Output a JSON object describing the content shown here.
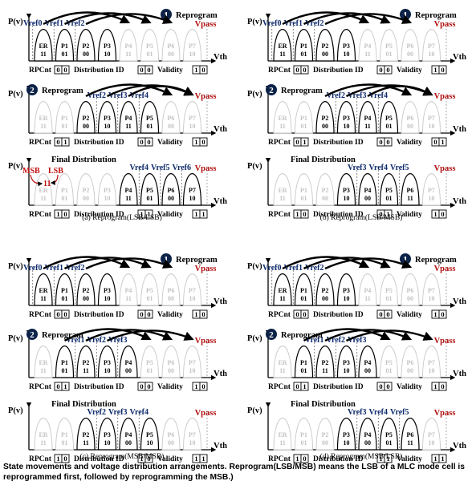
{
  "labels": {
    "p_axis": "P(v)",
    "vth": "Vth",
    "vpass": "Vpass",
    "rpcnt": "RPCnt",
    "distribution_id": "Distribution ID",
    "validity": "Validity",
    "reprogram": "Reprogram",
    "final_distribution": "Final Distribution",
    "msb": "MSB",
    "lsb": "LSB",
    "msb_lsb_value": "11"
  },
  "states": [
    {
      "name": "ER",
      "bits": "11"
    },
    {
      "name": "P1",
      "bits": "01"
    },
    {
      "name": "P2",
      "bits": "00"
    },
    {
      "name": "P3",
      "bits": "10"
    },
    {
      "name": "P4",
      "bits": "11"
    },
    {
      "name": "P5",
      "bits": "01"
    },
    {
      "name": "P6",
      "bits": "00"
    },
    {
      "name": "P7",
      "bits": "10"
    }
  ],
  "panels": [
    {
      "caption": "(a) Reprogram(LSB/LSB)",
      "rows": [
        {
          "num": "1",
          "mode": "reprogram",
          "vrefs": [
            [
              "Vref0",
              0
            ],
            [
              "Vref1",
              1
            ],
            [
              "Vref2",
              2
            ]
          ],
          "active": [
            [
              0,
              "ER",
              "11"
            ],
            [
              1,
              "P1",
              "01"
            ],
            [
              2,
              "P2",
              "00"
            ],
            [
              3,
              "P3",
              "10"
            ]
          ],
          "ghost": [
            4,
            5,
            6,
            7
          ],
          "meta": [
            "0",
            "0",
            "0",
            "0",
            "1",
            "0"
          ]
        },
        {
          "num": "2",
          "mode": "reprogram",
          "vrefs": [
            [
              "Vref2",
              3
            ],
            [
              "Vref3",
              4
            ],
            [
              "Vref4",
              5
            ]
          ],
          "active": [
            [
              2,
              "P2",
              "00"
            ],
            [
              3,
              "P3",
              "10"
            ],
            [
              4,
              "P4",
              "11"
            ],
            [
              5,
              "P5",
              "01"
            ]
          ],
          "ghost": [
            0,
            1,
            6,
            7
          ],
          "meta": [
            "0",
            "1",
            "0",
            "0",
            "1",
            "0"
          ]
        },
        {
          "num": "",
          "mode": "final",
          "vrefs": [
            [
              "Vref4",
              5
            ],
            [
              "Vref5",
              6
            ],
            [
              "Vref6",
              7
            ]
          ],
          "active": [
            [
              4,
              "P4",
              "11"
            ],
            [
              5,
              "P5",
              "01"
            ],
            [
              6,
              "P6",
              "00"
            ],
            [
              7,
              "P7",
              "10"
            ]
          ],
          "ghost": [
            0,
            1,
            2,
            3
          ],
          "meta": [
            "1",
            "0",
            "1",
            "1",
            "1",
            "1"
          ]
        }
      ]
    },
    {
      "caption": "(b) Reprogram(LSB/MSB)",
      "rows": [
        {
          "num": "1",
          "mode": "reprogram",
          "vrefs": [
            [
              "Vref0",
              0
            ],
            [
              "Vref1",
              1
            ],
            [
              "Vref2",
              2
            ]
          ],
          "active": [
            [
              0,
              "ER",
              "11"
            ],
            [
              1,
              "P1",
              "01"
            ],
            [
              2,
              "P2",
              "00"
            ],
            [
              3,
              "P3",
              "10"
            ]
          ],
          "ghost": [
            4,
            5,
            6,
            7
          ],
          "meta": [
            "0",
            "0",
            "0",
            "0",
            "1",
            "0"
          ]
        },
        {
          "num": "2",
          "mode": "reprogram",
          "vrefs": [
            [
              "Vref2",
              3
            ],
            [
              "Vref3",
              4
            ],
            [
              "Vref4",
              5
            ]
          ],
          "active": [
            [
              2,
              "P2",
              "00"
            ],
            [
              3,
              "P3",
              "10"
            ],
            [
              4,
              "P4",
              "11"
            ],
            [
              5,
              "P5",
              "01"
            ]
          ],
          "ghost": [
            0,
            1,
            6,
            7
          ],
          "meta": [
            "0",
            "1",
            "0",
            "0",
            "0",
            "1"
          ]
        },
        {
          "num": "",
          "mode": "final",
          "vrefs": [
            [
              "Vref3",
              4
            ],
            [
              "Vref4",
              5
            ],
            [
              "Vref5",
              6
            ]
          ],
          "active": [
            [
              3,
              "P3",
              "10"
            ],
            [
              4,
              "P4",
              "00"
            ],
            [
              5,
              "P5",
              "01"
            ],
            [
              6,
              "P6",
              "11"
            ]
          ],
          "ghost": [
            0,
            1,
            2,
            7
          ],
          "meta": [
            "1",
            "0",
            "0",
            "1",
            "1",
            "0"
          ]
        }
      ]
    },
    {
      "caption": "(c) Reprogram(MSB/MSB)",
      "rows": [
        {
          "num": "1",
          "mode": "reprogram",
          "vrefs": [
            [
              "Vref0",
              0
            ],
            [
              "Vref1",
              1
            ],
            [
              "Vref2",
              2
            ]
          ],
          "active": [
            [
              0,
              "ER",
              "11"
            ],
            [
              1,
              "P1",
              "01"
            ],
            [
              2,
              "P2",
              "00"
            ],
            [
              3,
              "P3",
              "10"
            ]
          ],
          "ghost": [
            4,
            5,
            6,
            7
          ],
          "meta": [
            "0",
            "0",
            "0",
            "0",
            "1",
            "0"
          ]
        },
        {
          "num": "2",
          "mode": "reprogram",
          "vrefs": [
            [
              "Vref1",
              2
            ],
            [
              "Vref2",
              3
            ],
            [
              "Vref3",
              4
            ]
          ],
          "active": [
            [
              1,
              "P1",
              "01"
            ],
            [
              2,
              "P2",
              "11"
            ],
            [
              3,
              "P3",
              "10"
            ],
            [
              4,
              "P4",
              "00"
            ]
          ],
          "ghost": [
            0,
            5,
            6,
            7
          ],
          "meta": [
            "0",
            "1",
            "0",
            "0",
            "1",
            "0"
          ]
        },
        {
          "num": "",
          "mode": "final",
          "vrefs": [
            [
              "Vref2",
              3
            ],
            [
              "Vref3",
              4
            ],
            [
              "Vref4",
              5
            ]
          ],
          "active": [
            [
              2,
              "P2",
              "11"
            ],
            [
              3,
              "P3",
              "10"
            ],
            [
              4,
              "P4",
              "00"
            ],
            [
              5,
              "P5",
              "10"
            ]
          ],
          "ghost": [
            0,
            1,
            6,
            7
          ],
          "meta": [
            "1",
            "0",
            "1",
            "0",
            "1",
            "1"
          ]
        }
      ]
    },
    {
      "caption": "(d) Reprogram(MSB/LSB)",
      "rows": [
        {
          "num": "1",
          "mode": "reprogram",
          "vrefs": [
            [
              "Vref0",
              0
            ],
            [
              "Vref1",
              1
            ],
            [
              "Vref2",
              2
            ]
          ],
          "active": [
            [
              0,
              "ER",
              "11"
            ],
            [
              1,
              "P1",
              "01"
            ],
            [
              2,
              "P2",
              "00"
            ],
            [
              3,
              "P3",
              "10"
            ]
          ],
          "ghost": [
            4,
            5,
            6,
            7
          ],
          "meta": [
            "0",
            "0",
            "0",
            "0",
            "1",
            "0"
          ]
        },
        {
          "num": "2",
          "mode": "reprogram",
          "vrefs": [
            [
              "Vref1",
              2
            ],
            [
              "Vref2",
              3
            ],
            [
              "Vref3",
              4
            ]
          ],
          "active": [
            [
              1,
              "P1",
              "01"
            ],
            [
              2,
              "P2",
              "11"
            ],
            [
              3,
              "P3",
              "10"
            ],
            [
              4,
              "P4",
              "00"
            ]
          ],
          "ghost": [
            0,
            5,
            6,
            7
          ],
          "meta": [
            "0",
            "1",
            "0",
            "0",
            "1",
            "0"
          ]
        },
        {
          "num": "",
          "mode": "final",
          "vrefs": [
            [
              "Vref3",
              4
            ],
            [
              "Vref4",
              5
            ],
            [
              "Vref5",
              6
            ]
          ],
          "active": [
            [
              3,
              "P3",
              "10"
            ],
            [
              4,
              "P4",
              "00"
            ],
            [
              5,
              "P5",
              "01"
            ],
            [
              6,
              "P6",
              "11"
            ]
          ],
          "ghost": [
            0,
            1,
            2,
            7
          ],
          "meta": [
            "1",
            "0",
            "1",
            "1",
            "1",
            "1"
          ]
        }
      ]
    }
  ],
  "caption": "State movements and voltage distribution arrangements. Reprogram(LSB/MSB) means the LSB of a MLC mode cell is reprogrammed first, followed by reprogramming the MSB.)"
}
